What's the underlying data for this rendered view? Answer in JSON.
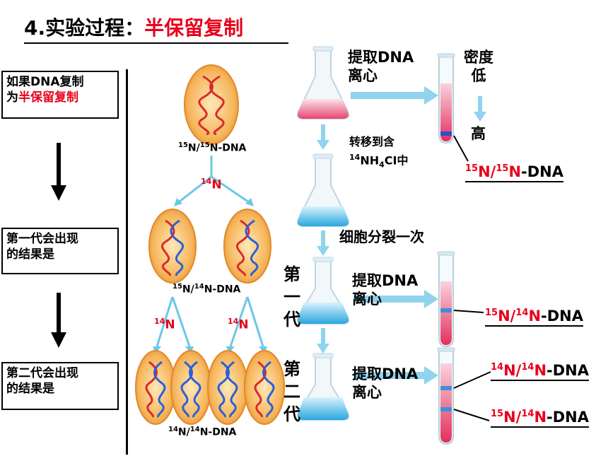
{
  "title": {
    "prefix": "4.实验过程：",
    "highlight": "半保留复制"
  },
  "left_boxes": {
    "hypothesis_line1": "如果DNA复制",
    "hypothesis_line2_prefix": "为",
    "hypothesis_line2_highlight": "半保留复制",
    "gen1_line1": "第一代会出现",
    "gen1_line2": "的结果是",
    "gen2_line1": "第二代会出现",
    "gen2_line2": "的结果是"
  },
  "cells": {
    "parent_label": {
      "sup1": "15",
      "n1": "N/",
      "sup2": "15",
      "n2": "N-DNA"
    },
    "medium_label": {
      "sup": "14",
      "text": "N"
    },
    "gen1_label": {
      "sup1": "15",
      "n1": "N/",
      "sup2": "14",
      "n2": "N-DNA"
    },
    "gen2_label": {
      "sup1": "14",
      "n1": "N/",
      "sup2": "14",
      "n2": "N-DNA"
    }
  },
  "flow": {
    "extract_line1": "提取DNA",
    "extract_line2": "离心",
    "density_line1": "密度",
    "density_line2": "低",
    "density_high": "高",
    "transfer_line1": "转移到含",
    "transfer_sup": "14",
    "transfer_nh": "NH",
    "transfer_sub": "4",
    "transfer_rest": "CI中",
    "divide_once": "细胞分裂一次",
    "gen1_vertical": [
      "第",
      "一",
      "代"
    ],
    "gen2_vertical": [
      "第",
      "二",
      "代"
    ]
  },
  "results": {
    "parent": {
      "sup1": "15",
      "n1": "N/",
      "sup2": "15",
      "n2": "N",
      "tail": "-DNA"
    },
    "gen1": {
      "sup1": "15",
      "n1": "N/",
      "sup2": "14",
      "n2": "N",
      "tail": "-DNA"
    },
    "gen2_top": {
      "sup1": "14",
      "n1": "N/",
      "sup2": "14",
      "n2": "N",
      "tail": "-DNA"
    },
    "gen2_bottom": {
      "sup1": "15",
      "n1": "N/",
      "sup2": "14",
      "n2": "N",
      "tail": "-DNA"
    }
  },
  "colors": {
    "accent_red": "#e8001c",
    "arrow_blue": "#6ec6e8",
    "cell_orange": "#f2a64c",
    "dna_blue": "#2b5fd9"
  }
}
